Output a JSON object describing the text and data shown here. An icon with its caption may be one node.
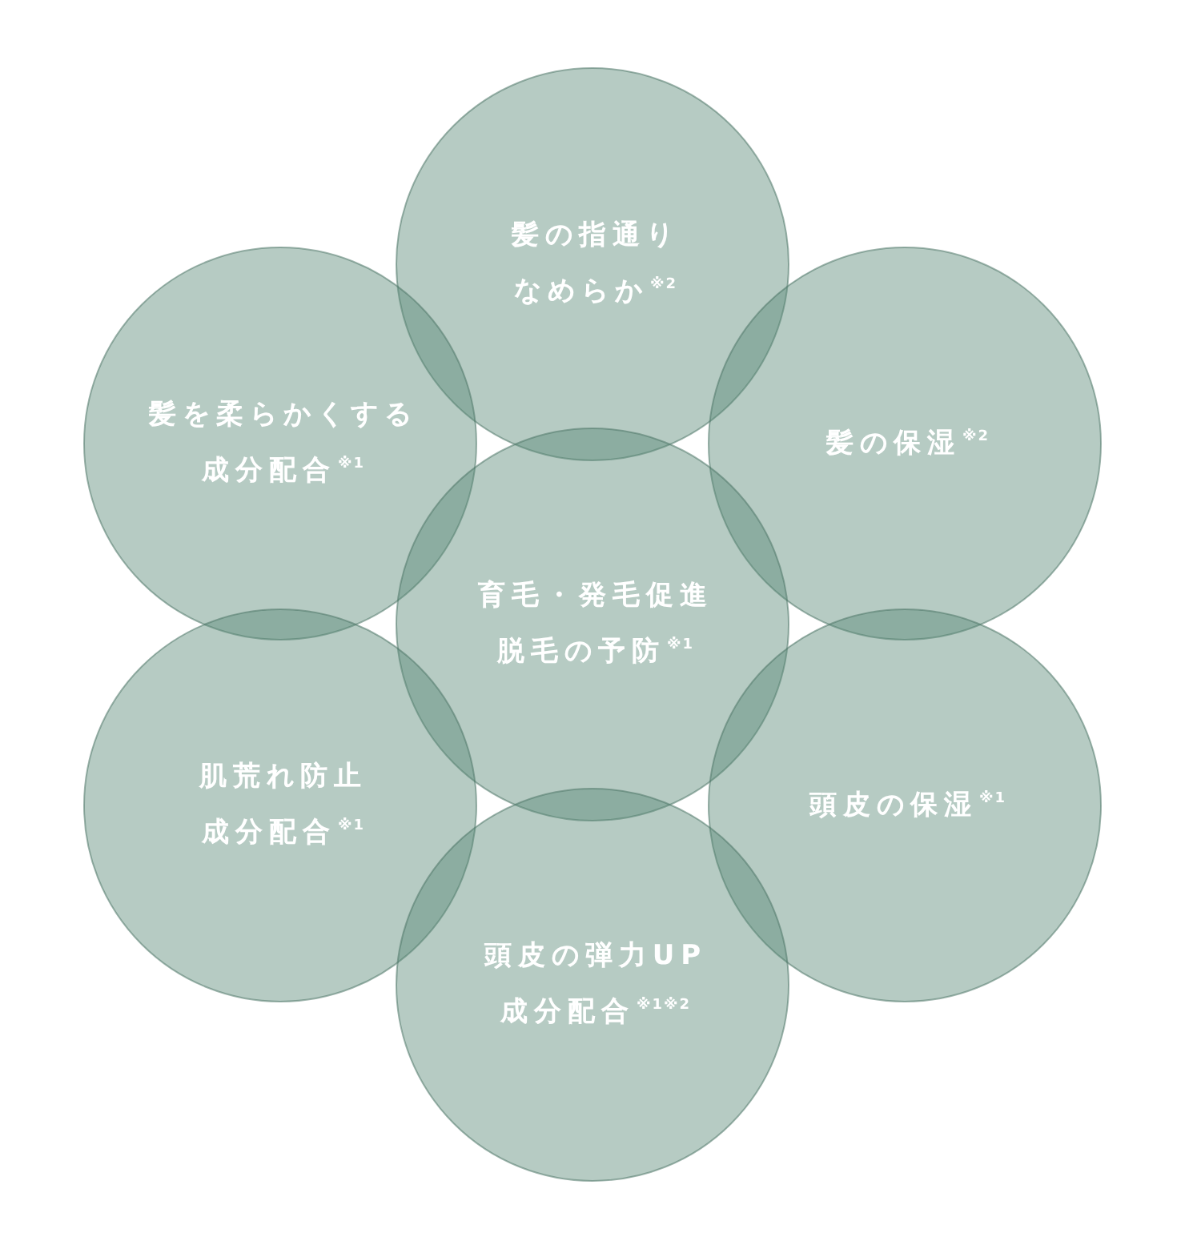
{
  "diagram": {
    "nodes": [
      {
        "text": [
          "髪の指通りなめらか$^{※2}$"
        ]
      },
      {
        "text": [
          "髪を柔らかくする成分配合$^{※1}$"
        ]
      },
      {
        "text": [
          "髪の保湿$^{※2}$"
        ]
      },
      {
        "text": [
          "育毛・発毛促進脱毛の予防$^{※1}$"
        ]
      },
      {
        "text": [
          "肌荒れ防止成分配合$^{※1}$"
        ]
      },
      {
        "text": [
          "頭皮の保湿$^{※1}$"
        ]
      },
      {
        "text": [
          "頭皮の弾力UP成分配合$^{※1※2}$"
        ]
      }
    ]
  }
}
